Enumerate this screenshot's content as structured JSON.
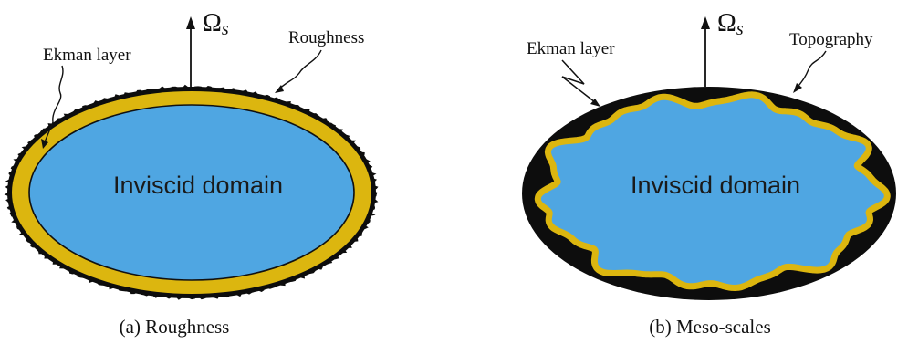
{
  "panel_a": {
    "domain_label": "Inviscid domain",
    "omega_symbol": "Ω",
    "omega_subscript": "s",
    "ekman_label": "Ekman layer",
    "boundary_label": "Roughness",
    "caption": "(a) Roughness"
  },
  "panel_b": {
    "domain_label": "Inviscid domain",
    "omega_symbol": "Ω",
    "omega_subscript": "s",
    "ekman_label": "Ekman layer",
    "boundary_label": "Topography",
    "caption": "(b) Meso-scales"
  },
  "colors": {
    "fluid": "#4fa6e2",
    "ekman_layer": "#dcb60f",
    "solid": "#0d0d0d",
    "outline": "#111111"
  }
}
